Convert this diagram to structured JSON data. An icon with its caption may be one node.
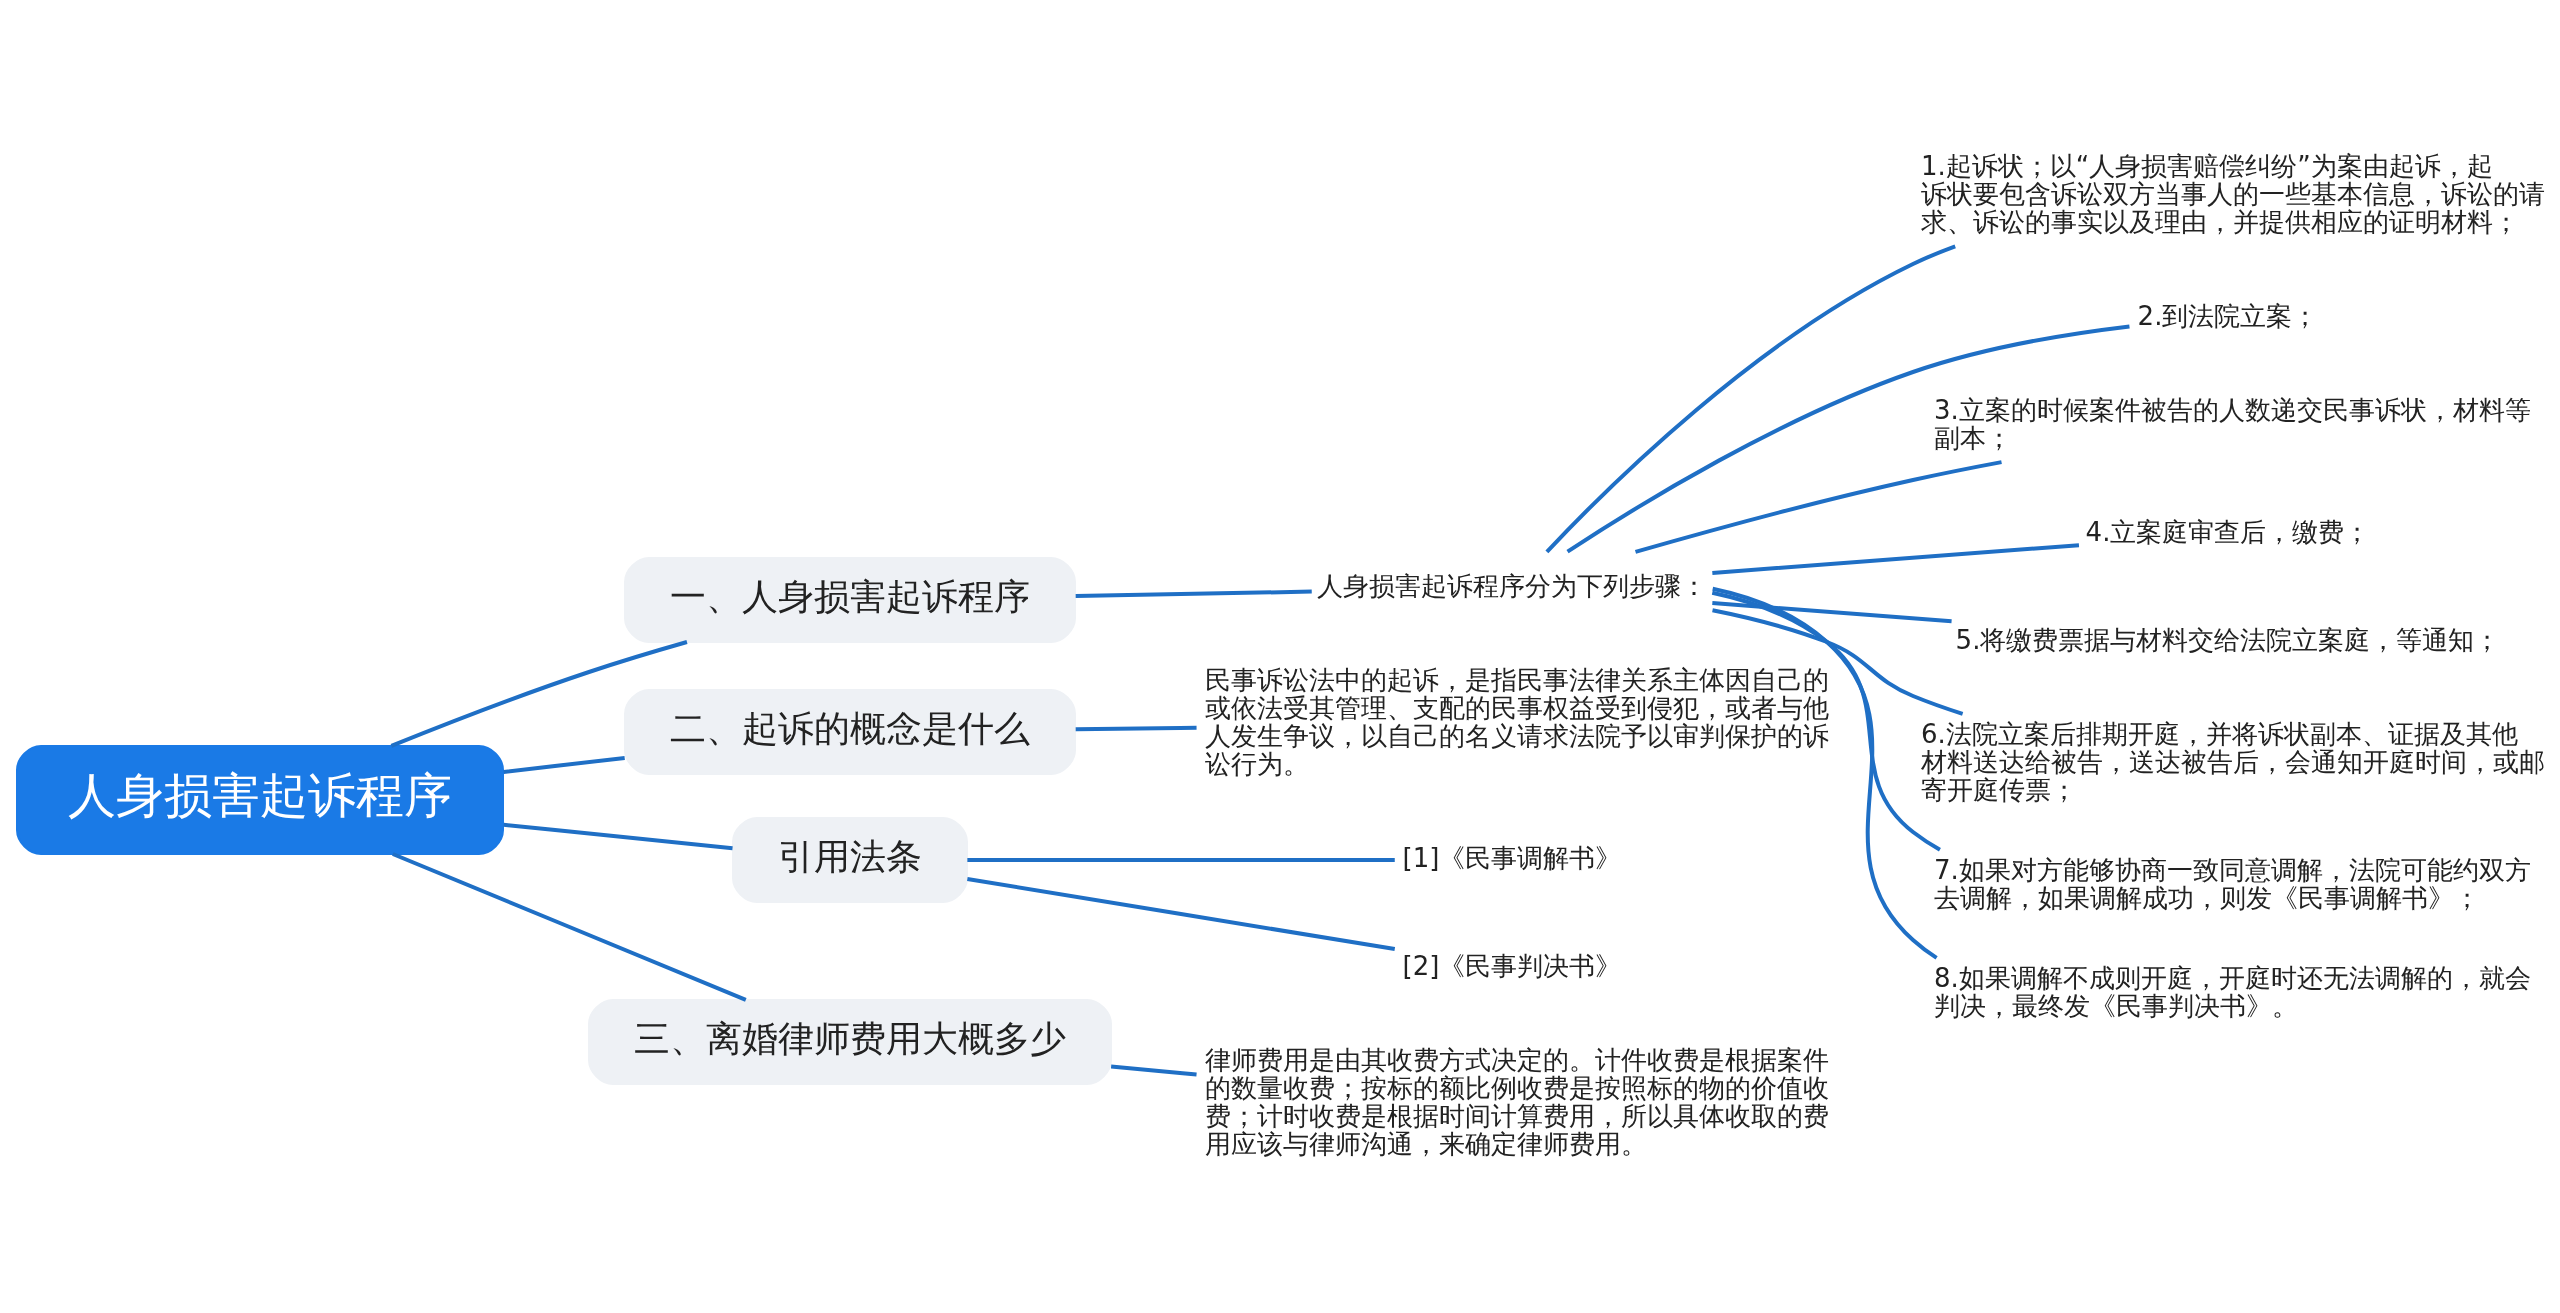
{
  "diagram": {
    "nodes": [
      {
        "text": [
          "人身损害起诉程序"
        ]
      },
      {
        "text": [
          "一、人身损害起诉程序"
        ]
      },
      {
        "text": [
          "人身损害起诉程序分为下列步骤："
        ]
      },
      {
        "text": [
          "1.起诉状；以“人身损害赔偿纠纷”为案由起诉，起诉状要包含诉讼双方当事人的一些基本信息，诉讼的请求、诉讼的事实以及理由，并提供相应的证明材料；"
        ]
      },
      {
        "text": [
          "2.到法院立案；"
        ]
      },
      {
        "text": [
          "3.立案的时候案件被告的人数递交民事诉状，材料等副本；"
        ]
      },
      {
        "text": [
          "4.立案庭审查后，缴费；"
        ]
      },
      {
        "text": [
          "5.将缴费票据与材料交给法院立案庭，等通知；"
        ]
      },
      {
        "text": [
          "6.法院立案后排期开庭，并将诉状副本、证据及其他材料送达给被告，送达被告后，会通知开庭时间，或邮寄开庭传票；"
        ]
      },
      {
        "text": [
          "7.如果对方能够协商一致同意调解，法院可能约双方去调解，如果调解成功，则发《民事调解书》；"
        ]
      },
      {
        "text": [
          "8.如果调解不成则开庭，开庭时还无法调解的，就会判决，最终发《民事判决书》。"
        ]
      },
      {
        "text": [
          "二、起诉的概念是什么"
        ]
      },
      {
        "text": [
          "民事诉讼法中的起诉，是指民事法律关系主体因自己的或依法受其管理、支配的民事权益受到侵犯，或者与他人发生争议，以自己的名义请求法院予以审判保护的诉讼行为。"
        ]
      },
      {
        "text": [
          "引用法条"
        ]
      },
      {
        "text": [
          "[1]《民事调解书》"
        ]
      },
      {
        "text": [
          "[2]《民事判决书》"
        ]
      },
      {
        "text": [
          "三、离婚律师费用大概多少"
        ]
      },
      {
        "text": [
          "律师费用是由其收费方式决定的。计件收费是根据案件的数量收费；按标的额比例收费是按照标的物的价值收费；计时收费是根据时间计算费用，所以具体收取的费用应该与律师沟通，来确定律师费用。"
        ]
      }
    ],
    "edges": [
      {
        "from": 0,
        "to": 1,
        "arrow": "none"
      },
      {
        "from": 1,
        "to": 2,
        "arrow": "none"
      },
      {
        "from": 2,
        "to": 3,
        "arrow": "none"
      },
      {
        "from": 2,
        "to": 4,
        "arrow": "none"
      },
      {
        "from": 2,
        "to": 5,
        "arrow": "none"
      },
      {
        "from": 2,
        "to": 6,
        "arrow": "none"
      },
      {
        "from": 2,
        "to": 7,
        "arrow": "none"
      },
      {
        "from": 2,
        "to": 8,
        "arrow": "none"
      },
      {
        "from": 2,
        "to": 9,
        "arrow": "none"
      },
      {
        "from": 2,
        "to": 10,
        "arrow": "none"
      },
      {
        "from": 0,
        "to": 11,
        "arrow": "none"
      },
      {
        "from": 11,
        "to": 12,
        "arrow": "none"
      },
      {
        "from": 0,
        "to": 13,
        "arrow": "none"
      },
      {
        "from": 13,
        "to": 14,
        "arrow": "none"
      },
      {
        "from": 13,
        "to": 15,
        "arrow": "none"
      },
      {
        "from": 0,
        "to": 16,
        "arrow": "none"
      },
      {
        "from": 16,
        "to": 17,
        "arrow": "none"
      }
    ]
  }
}
